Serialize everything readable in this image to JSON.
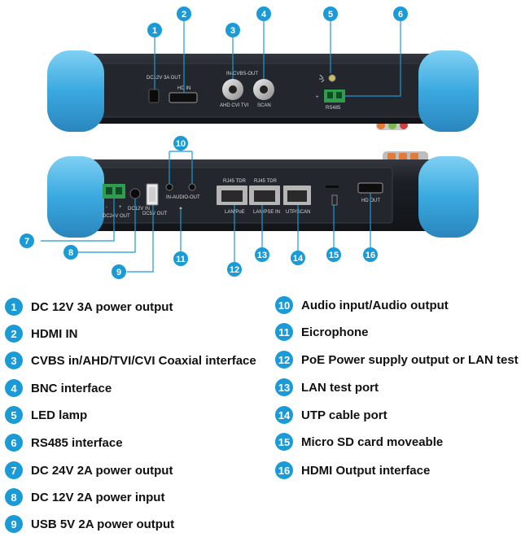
{
  "device_labels": {
    "dc12v_3a_out": "DC12V 3A OUT",
    "hd_in": "HD IN",
    "cvbs_out": "IN-CVBS-OUT",
    "ahd_cvi_tvi": "AHD CVI TVI",
    "scan": "SCAN",
    "rs485": "RS485",
    "dc24v_out": "DC24V OUT",
    "dc12v_in": "DC12V IN",
    "dc5v_out": "DC5V OUT",
    "audio": "IN-AUDIO-OUT",
    "rj45_tdr_1": "RJ45 TDR",
    "rj45_tdr_2": "RJ45 TDR",
    "lan_poe": "LAN/PoE",
    "lan_pse_in": "LAN/PSE IN",
    "utp_scan": "UTP/SCAN",
    "hd_out": "HD OUT",
    "minus": "-",
    "plus": "+"
  },
  "legend": [
    {
      "num": "1",
      "text": "DC 12V 3A power output"
    },
    {
      "num": "2",
      "text": "HDMI IN"
    },
    {
      "num": "3",
      "text": "CVBS in/AHD/TVI/CVI Coaxial interface"
    },
    {
      "num": "4",
      "text": "BNC interface"
    },
    {
      "num": "5",
      "text": "LED lamp"
    },
    {
      "num": "6",
      "text": "RS485 interface"
    },
    {
      "num": "7",
      "text": "DC 24V 2A power output"
    },
    {
      "num": "8",
      "text": "DC 12V 2A power input"
    },
    {
      "num": "9",
      "text": "USB 5V 2A power output"
    },
    {
      "num": "10",
      "text": "Audio input/Audio output"
    },
    {
      "num": "11",
      "text": "Eicrophone"
    },
    {
      "num": "12",
      "text": "PoE Power supply output or LAN test"
    },
    {
      "num": "13",
      "text": " LAN test port"
    },
    {
      "num": "14",
      "text": "UTP cable port"
    },
    {
      "num": "15",
      "text": "Micro SD card moveable"
    },
    {
      "num": "16",
      "text": "HDMI Output interface"
    }
  ],
  "colors": {
    "badge": "#1a9ad6",
    "bumper": "#4fb6e6",
    "body": "#1b1e24",
    "panel": "#2a2d33",
    "connector": "#3aa35a"
  }
}
